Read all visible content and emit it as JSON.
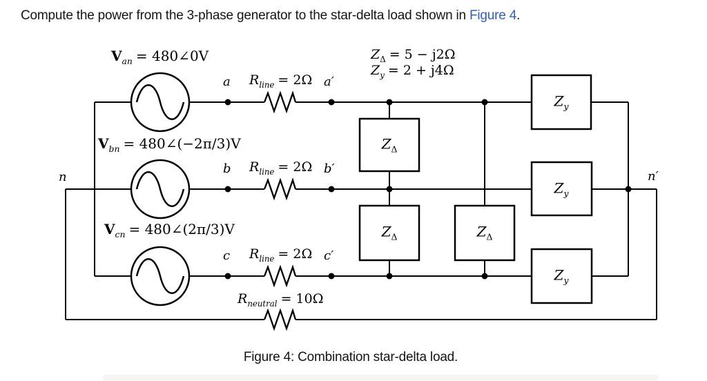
{
  "page": {
    "title": {
      "before": "Compute the power from the 3-phase generator to the star-delta load shown in ",
      "link": "Figure 4",
      "after": "."
    },
    "caption": "Figure 4: Combination star-delta load.",
    "colors": {
      "link_blue": "#2b5fc7",
      "line_black": "#000000"
    }
  },
  "circuit": {
    "sources": [
      {
        "name": "phase-a-source",
        "base": "V",
        "sub": "an",
        "rest": "= 480∠0V"
      },
      {
        "name": "phase-b-source",
        "base": "V",
        "sub": "bn",
        "rest": "= 480∠(−2π/3)V"
      },
      {
        "name": "phase-c-source",
        "base": "V",
        "sub": "cn",
        "rest": "= 480∠(2π/3)V"
      }
    ],
    "impedance_equations": [
      {
        "base": "Z",
        "sub": "Δ",
        "rest": "= 5 − j2Ω"
      },
      {
        "base": "Z",
        "sub": "y",
        "rest": "= 2 + j4Ω"
      }
    ],
    "line_resistors": [
      {
        "node_from": "a",
        "node_to": "a′",
        "base": "R",
        "sub": "line",
        "rest": "= 2Ω"
      },
      {
        "node_from": "b",
        "node_to": "b′",
        "base": "R",
        "sub": "line",
        "rest": "= 2Ω"
      },
      {
        "node_from": "c",
        "node_to": "c′",
        "base": "R",
        "sub": "line",
        "rest": "= 2Ω"
      }
    ],
    "neutral_resistor": {
      "base": "R",
      "sub": "neutral",
      "rest": "= 10Ω"
    },
    "neutral_nodes": {
      "left": "n",
      "right": "n′"
    },
    "delta_boxes": [
      {
        "base": "Z",
        "sub": "Δ"
      },
      {
        "base": "Z",
        "sub": "Δ"
      },
      {
        "base": "Z",
        "sub": "Δ"
      }
    ],
    "wye_boxes": [
      {
        "base": "Z",
        "sub": "y"
      },
      {
        "base": "Z",
        "sub": "y"
      },
      {
        "base": "Z",
        "sub": "y"
      }
    ]
  }
}
